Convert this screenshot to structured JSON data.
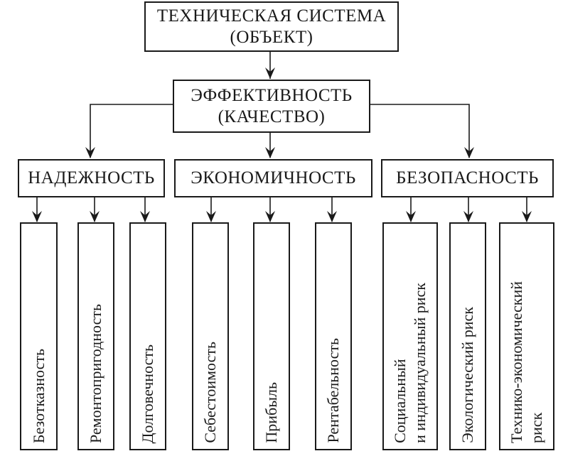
{
  "root": {
    "line1": "ТЕХНИЧЕСКАЯ СИСТЕМА",
    "line2": "(ОБЪЕКТ)"
  },
  "middle": {
    "line1": "ЭФФЕКТИВНОСТЬ",
    "line2": "(КАЧЕСТВО)"
  },
  "categories": [
    {
      "label": "НАДЕЖНОСТЬ",
      "items": [
        "Безотказность",
        "Ремонтопригодность",
        "Долговечность"
      ]
    },
    {
      "label": "ЭКОНОМИЧНОСТЬ",
      "items": [
        "Себестоимость",
        "Прибыль",
        "Рентабельность"
      ]
    },
    {
      "label": "БЕЗОПАСНОСТЬ",
      "items": [
        "Социальный\nи индивидуальный риск",
        "Экологический риск",
        "Технико-экономический\nриск"
      ]
    }
  ]
}
